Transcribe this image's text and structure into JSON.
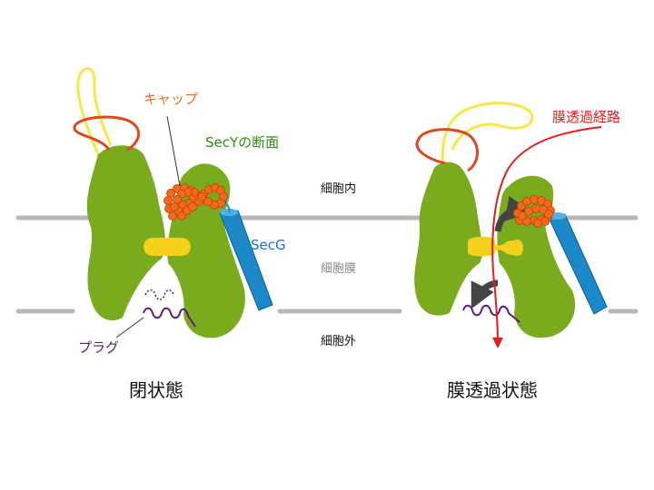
{
  "labels": {
    "cap": "キャップ",
    "secy_section": "SecYの断面",
    "secg": "SecG",
    "plug": "プラグ",
    "translocation_path": "膜透過経路"
  },
  "regions": {
    "cytoplasm": "細胞内",
    "membrane": "細胞膜",
    "extracellular": "細胞外"
  },
  "states": {
    "closed": "閉状態",
    "open": "膜透過状態"
  },
  "colors": {
    "secy_body": "#7aaa1e",
    "cap": "#f26b1d",
    "cap_loop": "#e0471f",
    "yellow_loop": "#f7e74a",
    "ring": "#f5d01c",
    "secg": "#1c88c8",
    "plug": "#5a1a7a",
    "membrane": "#b8b8b8",
    "path": "#e31c1c",
    "arrow": "#444444"
  }
}
